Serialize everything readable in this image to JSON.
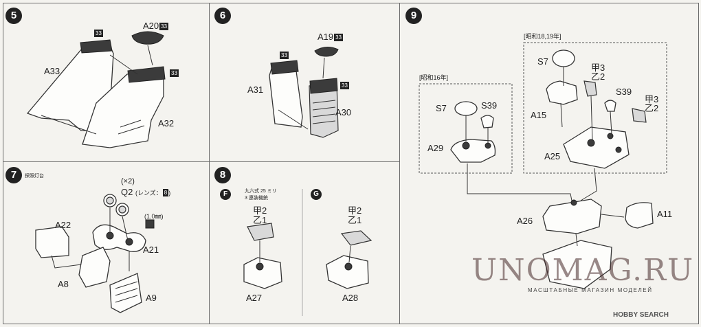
{
  "steps": {
    "s5": {
      "number": "5",
      "parts": {
        "a20": "A20",
        "a33": "A33",
        "a32": "A32"
      },
      "paint": "33"
    },
    "s6": {
      "number": "6",
      "parts": {
        "a19": "A19",
        "a31": "A31",
        "a30": "A30"
      },
      "paint": "33"
    },
    "s7": {
      "number": "7",
      "title": "探照灯台",
      "qty": "(×2)",
      "q2": "Q2",
      "lens_prefix": "(レンズ：",
      "lens_code": "8",
      "lens_suffix": ")",
      "drill": "(1.0㎜)",
      "parts": {
        "a22": "A22",
        "a21": "A21",
        "a8": "A8",
        "a9": "A9"
      }
    },
    "s8": {
      "number": "8",
      "note_line1": "九六式 25 ミリ",
      "note_line2": "3 連装機銃",
      "variant_f": "F",
      "variant_g": "G",
      "f_parts": {
        "top": "甲2",
        "bot": "乙1",
        "base": "A27"
      },
      "g_parts": {
        "top": "甲2",
        "bot": "乙1",
        "base": "A28"
      }
    },
    "s9": {
      "number": "9",
      "group_16": "[昭和16年]",
      "group_18": "[昭和18,19年]",
      "parts": {
        "s7a": "S7",
        "s39a": "S39",
        "a29": "A29",
        "s7b": "S7",
        "a15": "A15",
        "k3a": "甲3",
        "o2a": "乙2",
        "s39b": "S39",
        "k3b": "甲3",
        "o2b": "乙2",
        "a25": "A25",
        "a26": "A26",
        "a11": "A11"
      }
    }
  },
  "watermark": {
    "brand": "UNOMAG.RU",
    "tagline": "МАСШТАБНЫЕ МАГАЗИН МОДЕЛЕЙ",
    "hs": "HOBBY SEARCH"
  }
}
